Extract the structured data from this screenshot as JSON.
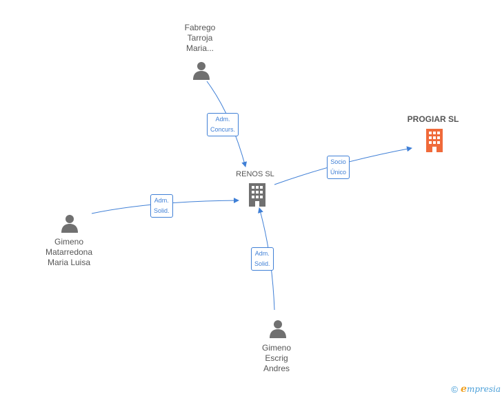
{
  "nodes": {
    "fabrego": {
      "lines": [
        "Fabrego",
        "Tarroja",
        "Maria..."
      ],
      "icon": "person-icon"
    },
    "gimeno_mm": {
      "lines": [
        "Gimeno",
        "Matarredona",
        "Maria Luisa"
      ],
      "icon": "person-icon"
    },
    "gimeno_ea": {
      "lines": [
        "Gimeno",
        "Escrig",
        "Andres"
      ],
      "icon": "person-icon"
    },
    "renos": {
      "label": "RENOS SL",
      "icon": "building-icon"
    },
    "progiar": {
      "label": "PROGIAR SL",
      "icon": "building-icon"
    }
  },
  "edges": {
    "fabrego_renos": {
      "lines": [
        "Adm.",
        "Concurs."
      ]
    },
    "gimeno_mm_renos": {
      "lines": [
        "Adm.",
        "Solid."
      ]
    },
    "gimeno_ea_renos": {
      "lines": [
        "Adm.",
        "Solid."
      ]
    },
    "renos_progiar": {
      "lines": [
        "Socio",
        "Único"
      ]
    }
  },
  "colors": {
    "edge": "#3f7fd6",
    "person": "#707070",
    "company": "#707070",
    "company_main": "#f06a3a"
  },
  "footer": {
    "copyright": "©",
    "brand_initial": "e",
    "brand_rest": "mpresia"
  }
}
